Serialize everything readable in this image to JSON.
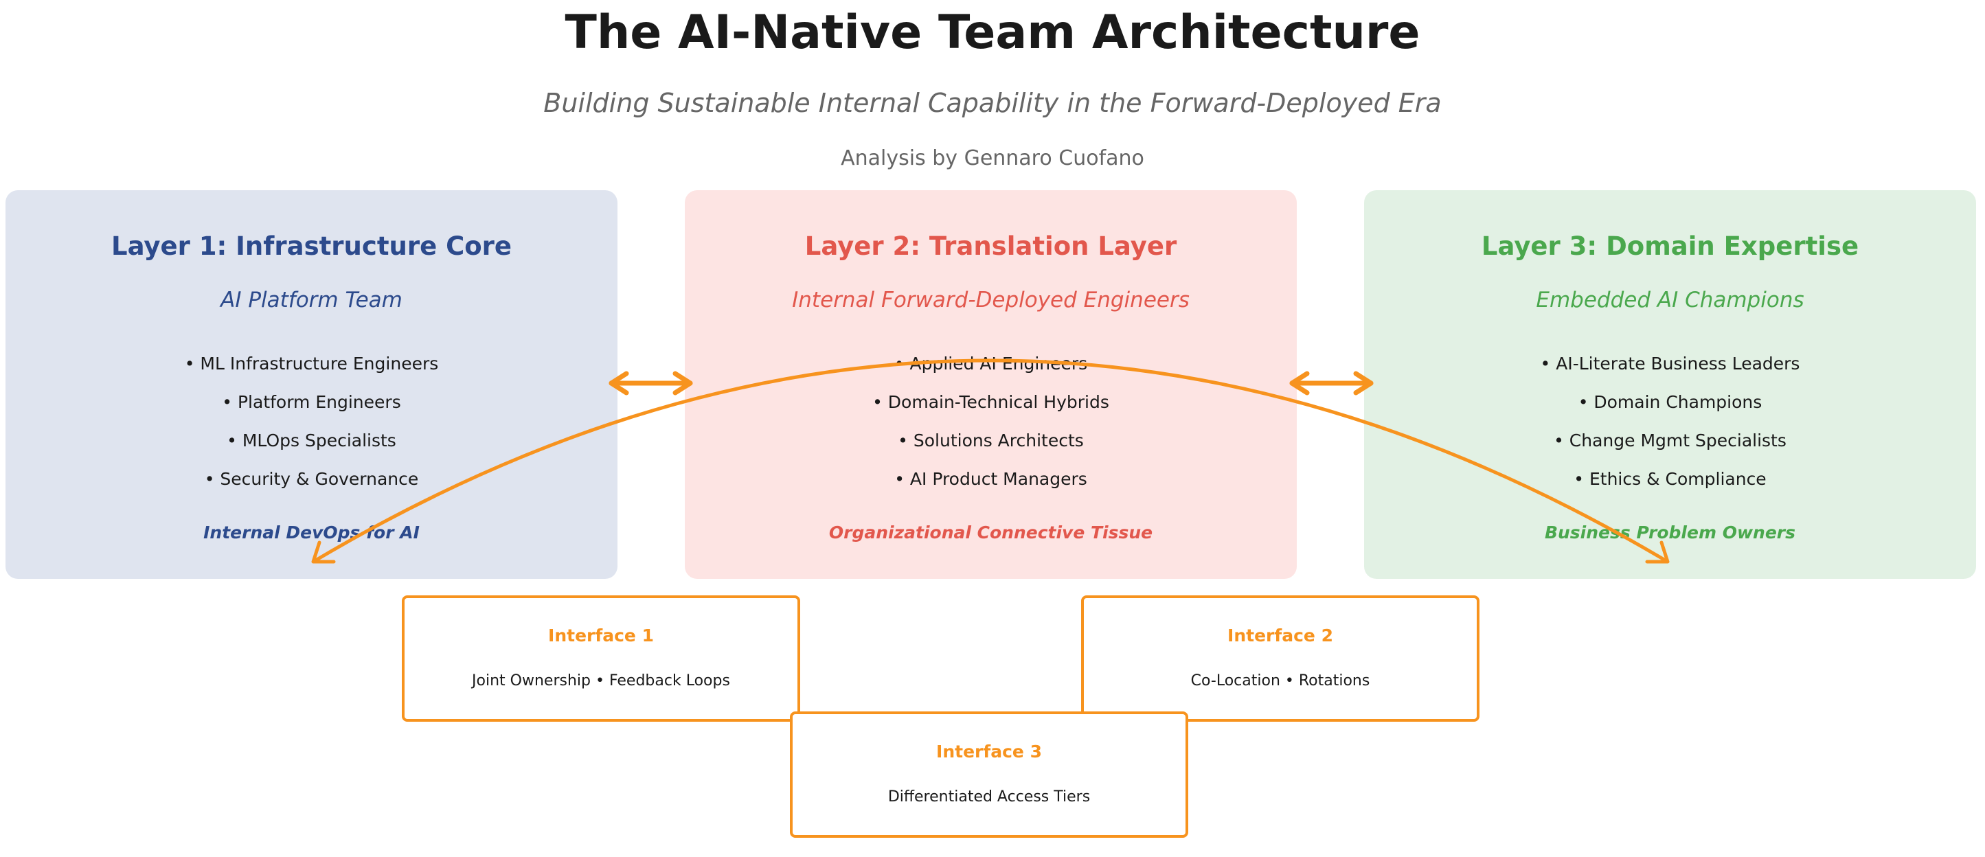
{
  "header": {
    "title": "The AI-Native Team Architecture",
    "subtitle": "Building Sustainable Internal Capability in the Forward-Deployed Era",
    "byline": "Analysis by Gennaro Cuofano"
  },
  "layers": [
    {
      "title": "Layer 1: Infrastructure Core",
      "team": "AI Platform Team",
      "items": [
        "• ML Infrastructure Engineers",
        "• Platform Engineers",
        "• MLOps Specialists",
        "• Security & Governance"
      ],
      "tagline": "Internal DevOps for AI",
      "color": "#2c4a8c",
      "bg": "#dfe4ef"
    },
    {
      "title": "Layer 2: Translation Layer",
      "team": "Internal Forward-Deployed Engineers",
      "items": [
        "• Applied AI Engineers",
        "• Domain-Technical Hybrids",
        "• Solutions Architects",
        "• AI Product Managers"
      ],
      "tagline": "Organizational Connective Tissue",
      "color": "#e2574c",
      "bg": "#fde4e3"
    },
    {
      "title": "Layer 3: Domain Expertise",
      "team": "Embedded AI Champions",
      "items": [
        "• AI-Literate Business Leaders",
        "• Domain Champions",
        "• Change Mgmt Specialists",
        "• Ethics & Compliance"
      ],
      "tagline": "Business Problem Owners",
      "color": "#4aa84d",
      "bg": "#e2f1e4"
    }
  ],
  "interfaces": [
    {
      "title": "Interface 1",
      "description": "Joint Ownership • Feedback Loops"
    },
    {
      "title": "Interface 2",
      "description": "Co-Location • Rotations"
    },
    {
      "title": "Interface 3",
      "description": "Differentiated Access Tiers"
    }
  ],
  "connector_color": "#f7931e"
}
